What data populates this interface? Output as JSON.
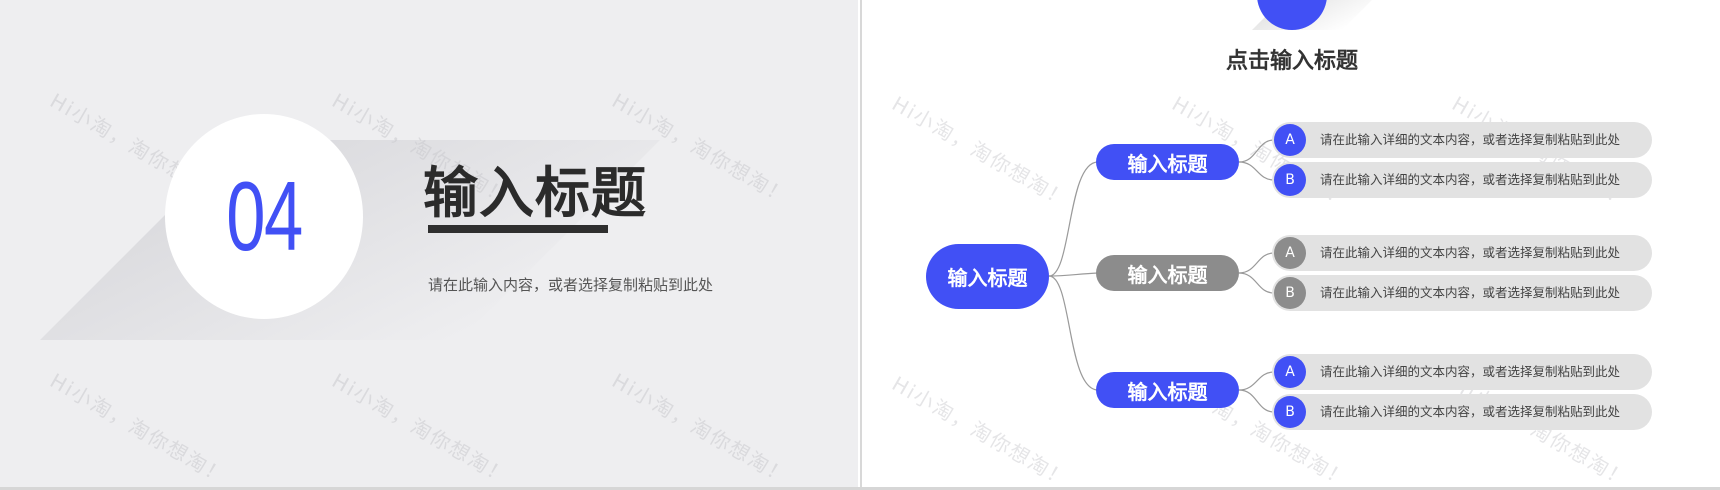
{
  "left_slide": {
    "section_number": "04",
    "title": "输入标题",
    "description": "请在此输入内容，或者选择复制粘贴到此处",
    "watermark": "Hi小淘，淘你想淘！"
  },
  "right_slide": {
    "title": "点击输入标题",
    "watermark": "Hi小淘，淘你想淘！",
    "mindmap": {
      "root": "输入标题",
      "branches": [
        {
          "label": "输入标题",
          "color": "#4150f5",
          "leaves": [
            {
              "badge": "A",
              "text": "请在此输入详细的文本内容，或者选择复制粘贴到此处"
            },
            {
              "badge": "B",
              "text": "请在此输入详细的文本内容，或者选择复制粘贴到此处"
            }
          ]
        },
        {
          "label": "输入标题",
          "color": "#8c8c8c",
          "leaves": [
            {
              "badge": "A",
              "text": "请在此输入详细的文本内容，或者选择复制粘贴到此处"
            },
            {
              "badge": "B",
              "text": "请在此输入详细的文本内容，或者选择复制粘贴到此处"
            }
          ]
        },
        {
          "label": "输入标题",
          "color": "#4150f5",
          "leaves": [
            {
              "badge": "A",
              "text": "请在此输入详细的文本内容，或者选择复制粘贴到此处"
            },
            {
              "badge": "B",
              "text": "请在此输入详细的文本内容，或者选择复制粘贴到此处"
            }
          ]
        }
      ]
    }
  },
  "colors": {
    "accent": "#4150f5",
    "neutral_node": "#8c8c8c",
    "leaf_bg": "#e2e2e2",
    "left_bg": "#eeeef0",
    "title_text": "#2b2b2b"
  }
}
